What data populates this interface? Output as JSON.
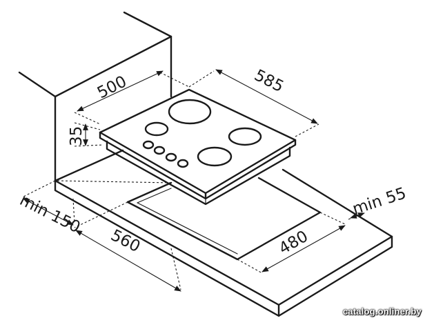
{
  "dimensions": {
    "depth": "500",
    "width": "585",
    "height": "35",
    "min_front": "min 150",
    "cutout_width": "560",
    "cutout_depth": "480",
    "min_back": "min 55"
  },
  "watermark": "catalog.onliner.by"
}
